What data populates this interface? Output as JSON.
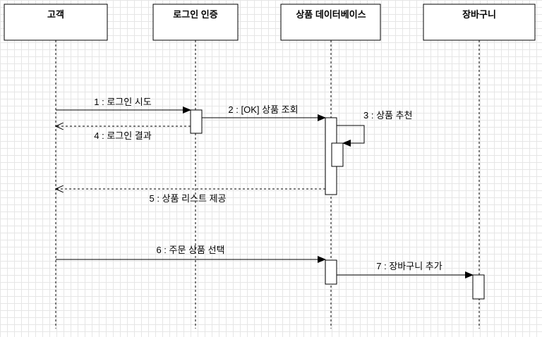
{
  "participants": [
    {
      "id": "customer",
      "label": "고객"
    },
    {
      "id": "login",
      "label": "로그인 인증"
    },
    {
      "id": "productdb",
      "label": "상품 데이터베이스"
    },
    {
      "id": "cart",
      "label": "장바구니"
    }
  ],
  "messages": [
    {
      "label": "1 : 로그인 시도",
      "from": "customer",
      "to": "login",
      "kind": "sync"
    },
    {
      "label": "2 : [OK] 상품 조회",
      "from": "login",
      "to": "productdb",
      "kind": "sync"
    },
    {
      "label": "3 : 상품 추천",
      "from": "productdb",
      "to": "productdb",
      "kind": "self"
    },
    {
      "label": "4 : 로그인 결과",
      "from": "login",
      "to": "customer",
      "kind": "return"
    },
    {
      "label": "5 : 상품 리스트 제공",
      "from": "productdb",
      "to": "customer",
      "kind": "return"
    },
    {
      "label": "6 : 주문 상품 선택",
      "from": "customer",
      "to": "productdb",
      "kind": "sync"
    },
    {
      "label": "7 : 장바구니 추가",
      "from": "productdb",
      "to": "cart",
      "kind": "sync"
    }
  ],
  "colors": {
    "line": "#000000",
    "box": "#ffffff",
    "grid": "#e6e6e6"
  }
}
